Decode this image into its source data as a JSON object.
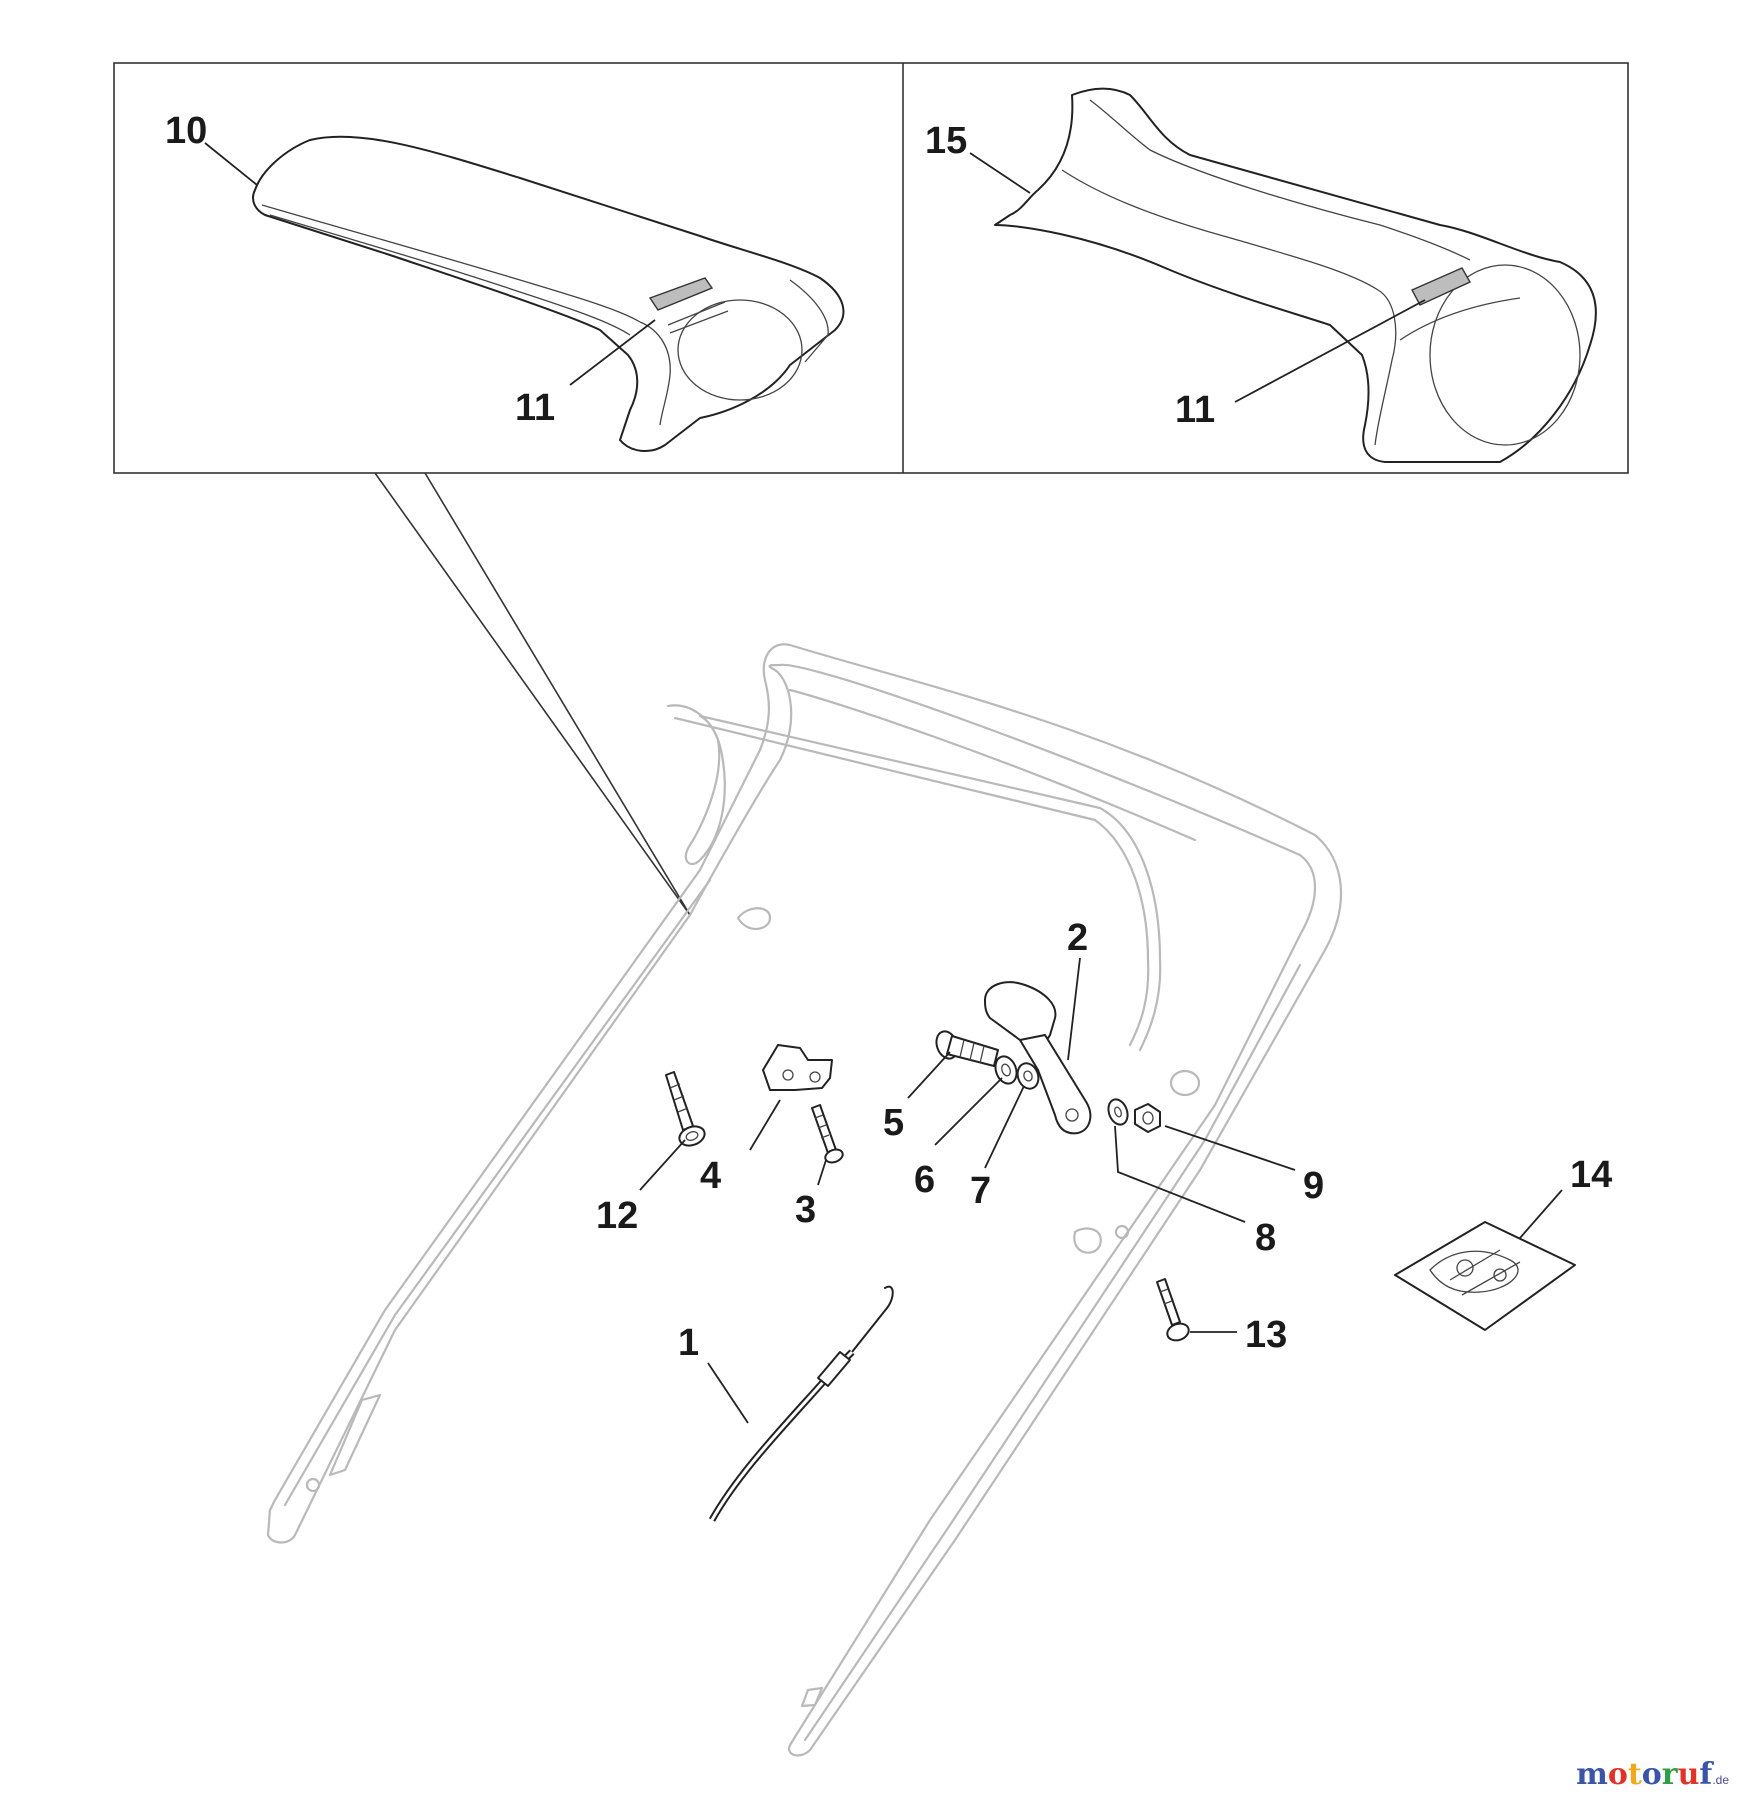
{
  "labels": {
    "l1": "1",
    "l2": "2",
    "l3": "3",
    "l4": "4",
    "l5": "5",
    "l6": "6",
    "l7": "7",
    "l8": "8",
    "l9": "9",
    "l10": "10",
    "l11a": "11",
    "l11b": "11",
    "l12": "12",
    "l13": "13",
    "l14": "14",
    "l15": "15"
  },
  "watermark": {
    "m1": "m",
    "o1": "o",
    "t": "t",
    "o2": "o",
    "r": "r",
    "u": "u",
    "f": "f",
    "suffix": ".de"
  },
  "colors": {
    "m1": "#3a55a8",
    "o1": "#e0342b",
    "t": "#f0a81c",
    "o2": "#3a55a8",
    "r": "#2e9e47",
    "u": "#e0342b",
    "f": "#3a55a8"
  }
}
